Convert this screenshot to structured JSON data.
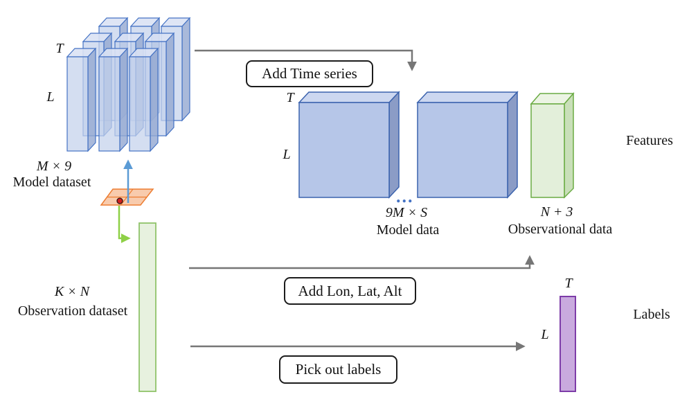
{
  "figure": {
    "model_dataset": {
      "dim_top": "T",
      "dim_left": "L",
      "size": "M × 9",
      "name": "Model dataset"
    },
    "op_add_time_series": "Add Time series",
    "model_data": {
      "dim_top": "T",
      "dim_left": "L",
      "ellipsis": "...",
      "size": "9M × S",
      "name": "Model data"
    },
    "observational_data": {
      "size": "N + 3",
      "name": "Observational data"
    },
    "features_label": "Features",
    "observation_dataset": {
      "size": "K × N",
      "name": "Observation dataset"
    },
    "op_add_lon_lat_alt": "Add Lon, Lat, Alt",
    "op_pick_out_labels": "Pick out labels",
    "labels_block": {
      "dim_top": "T",
      "dim_left": "L"
    },
    "labels_label": "Labels"
  },
  "colors": {
    "slab_front": "#c3d1ec",
    "slab_top": "#dae2f4",
    "slab_side": "#94a7d1",
    "slab_stroke": "#4472c4",
    "cube_front": "#b6c6e8",
    "cube_top": "#ccd7f0",
    "cube_side": "#8b9cc6",
    "cube_stroke": "#3a62ad",
    "green_front": "#e3efda",
    "green_top": "#ecf4e4",
    "green_side": "#c9dfb9",
    "green_stroke": "#6aab43",
    "tall_green_fill": "#e7f1df",
    "tall_green_stroke": "#90c36a",
    "purple_fill": "#c9aade",
    "purple_stroke": "#7d3ca8",
    "plane_fill": "#f8cbad",
    "plane_stroke": "#ed7d31",
    "red_dot": "#d21f1f",
    "red_dot_stroke": "#301010",
    "arrow_gray": "#767676",
    "arrow_blue": "#5b9bd5",
    "arrow_green": "#8ed046",
    "ellipsis_blue": "#4472c4"
  }
}
